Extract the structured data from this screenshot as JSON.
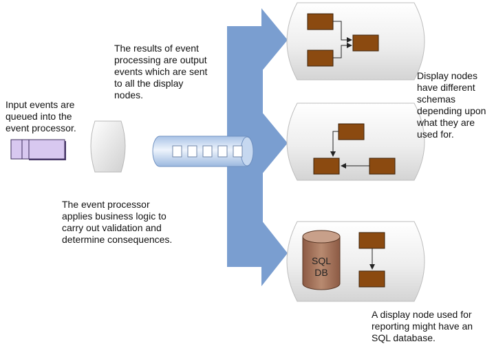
{
  "captions": {
    "input_events": "Input events are\nqueued into the\nevent processor.",
    "output_events": "The results of event\nprocessing are output\nevents which are sent\nto all the display\nnodes.",
    "processor_logic": "The event processor\napplies business logic to\ncarry out validation and\ndetermine consequences.",
    "display_schemas": "Display nodes\nhave different\nschemas\ndepending upon\nwhat they are\nused for.",
    "reporting_node": "A display node used for\nreporting might have an\nSQL database."
  },
  "database": {
    "line1": "SQL",
    "line2": "DB"
  },
  "colors": {
    "arrow": "#7a9ed0",
    "schema_box": "#8b4a10",
    "database": "#a0705a",
    "queue_message": "#d8c8f0",
    "node_fill": "#ececec"
  }
}
